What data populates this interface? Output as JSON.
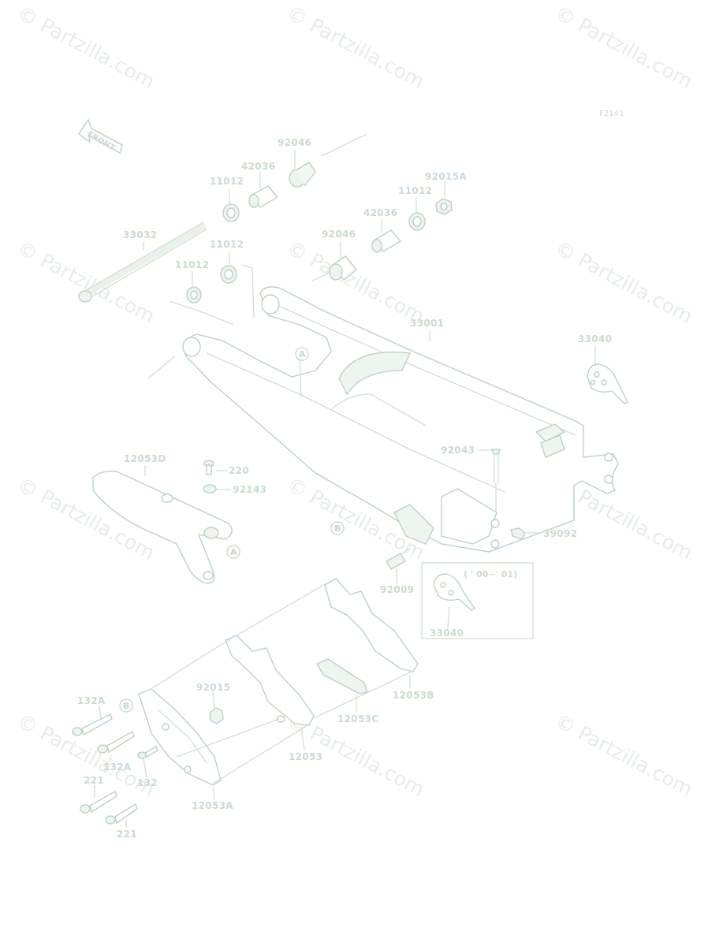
{
  "diagram_id": "F2141",
  "watermark": "© Partzilla.com",
  "front_label": "FRONT",
  "labels": {
    "p92046a": "92046",
    "p42036a": "42036",
    "p11012a": "11012",
    "p33032": "33032",
    "p11012b": "11012",
    "p11012c": "11012",
    "p92015A": "92015A",
    "p11012d": "11012",
    "p42036b": "42036",
    "p92046b": "92046",
    "p33001": "33001",
    "p33040a": "33040",
    "p12053D": "12053D",
    "p220": "220",
    "p92143": "92143",
    "p92043": "92043",
    "p39092": "39092",
    "p92009": "92009",
    "p33040b": "33040",
    "p12053B": "12053B",
    "p12053C": "12053C",
    "p12053": "12053",
    "p92015": "92015",
    "p132A_a": "132A",
    "p132A_b": "132A",
    "p132": "132",
    "p221a": "221",
    "p221b": "221",
    "p12053A": "12053A"
  },
  "inset_years": "( ' 00~' 01)",
  "markers": {
    "a": "A",
    "b": "B"
  }
}
